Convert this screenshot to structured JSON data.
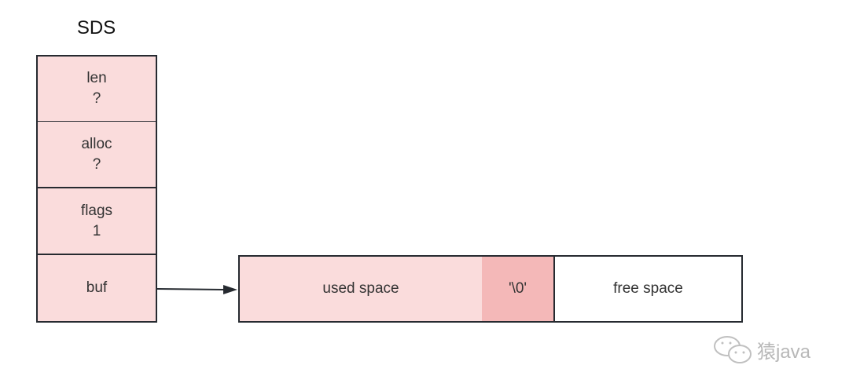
{
  "title": "SDS",
  "fields": [
    {
      "name": "len",
      "value": "?"
    },
    {
      "name": "alloc",
      "value": "?"
    },
    {
      "name": "flags",
      "value": "1"
    },
    {
      "name": "buf",
      "value": null
    }
  ],
  "buffer": {
    "used": "used space",
    "terminator": "'\\0'",
    "free": "free space"
  },
  "colors": {
    "field_fill": "#fadcdc",
    "terminator_fill": "#f4b8b8",
    "border": "#262a30"
  },
  "watermark": "猿java"
}
